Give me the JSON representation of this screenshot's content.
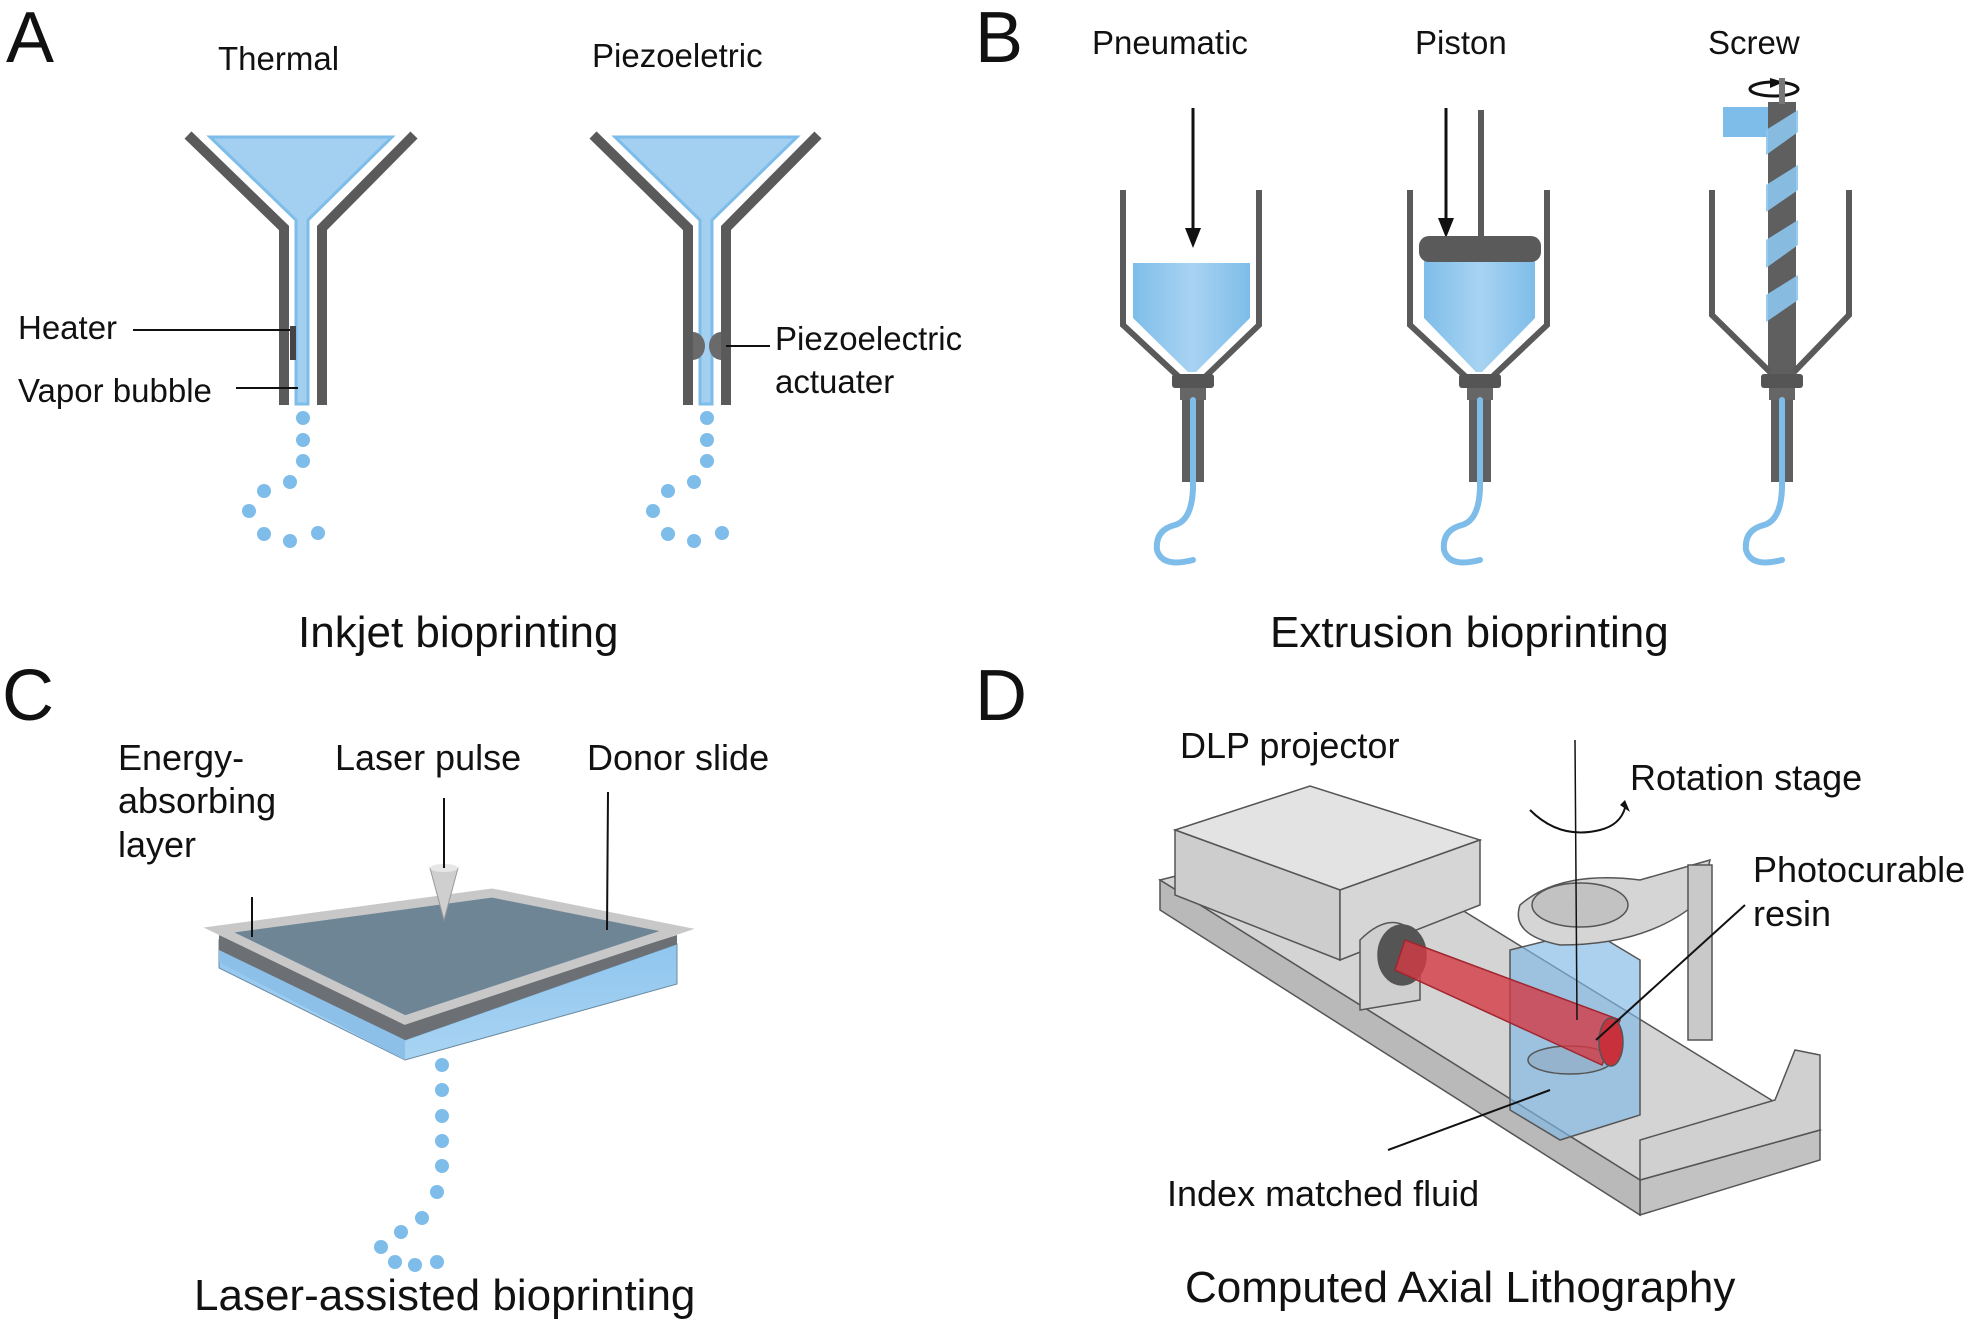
{
  "figure": {
    "colors": {
      "ink": "#4fa7e6",
      "ink_light": "#a3cff1",
      "wall": "#5a5a5a",
      "grey_body": "#d9d9d9",
      "beam": "#d33a44",
      "text": "#111111"
    },
    "panels": {
      "A": {
        "letter": "A",
        "title": "Inkjet bioprinting",
        "methods": [
          "Thermal",
          "Piezoeletric"
        ],
        "labels": {
          "heater": "Heater",
          "vapor_bubble": "Vapor bubble",
          "piezo_line1": "Piezoelectric",
          "piezo_line2": "actuater"
        }
      },
      "B": {
        "letter": "B",
        "title": "Extrusion bioprinting",
        "methods": [
          "Pneumatic",
          "Piston",
          "Screw"
        ]
      },
      "C": {
        "letter": "C",
        "title": "Laser-assisted bioprinting",
        "labels": {
          "energy_line1": "Energy-",
          "energy_line2": "absorbing",
          "energy_line3": "layer",
          "laser_pulse": "Laser pulse",
          "donor_slide": "Donor slide"
        }
      },
      "D": {
        "letter": "D",
        "title": "Computed Axial Lithography",
        "labels": {
          "dlp": "DLP projector",
          "rotation": "Rotation stage",
          "resin_line1": "Photocurable",
          "resin_line2": "resin",
          "fluid": "Index matched fluid"
        }
      }
    }
  }
}
